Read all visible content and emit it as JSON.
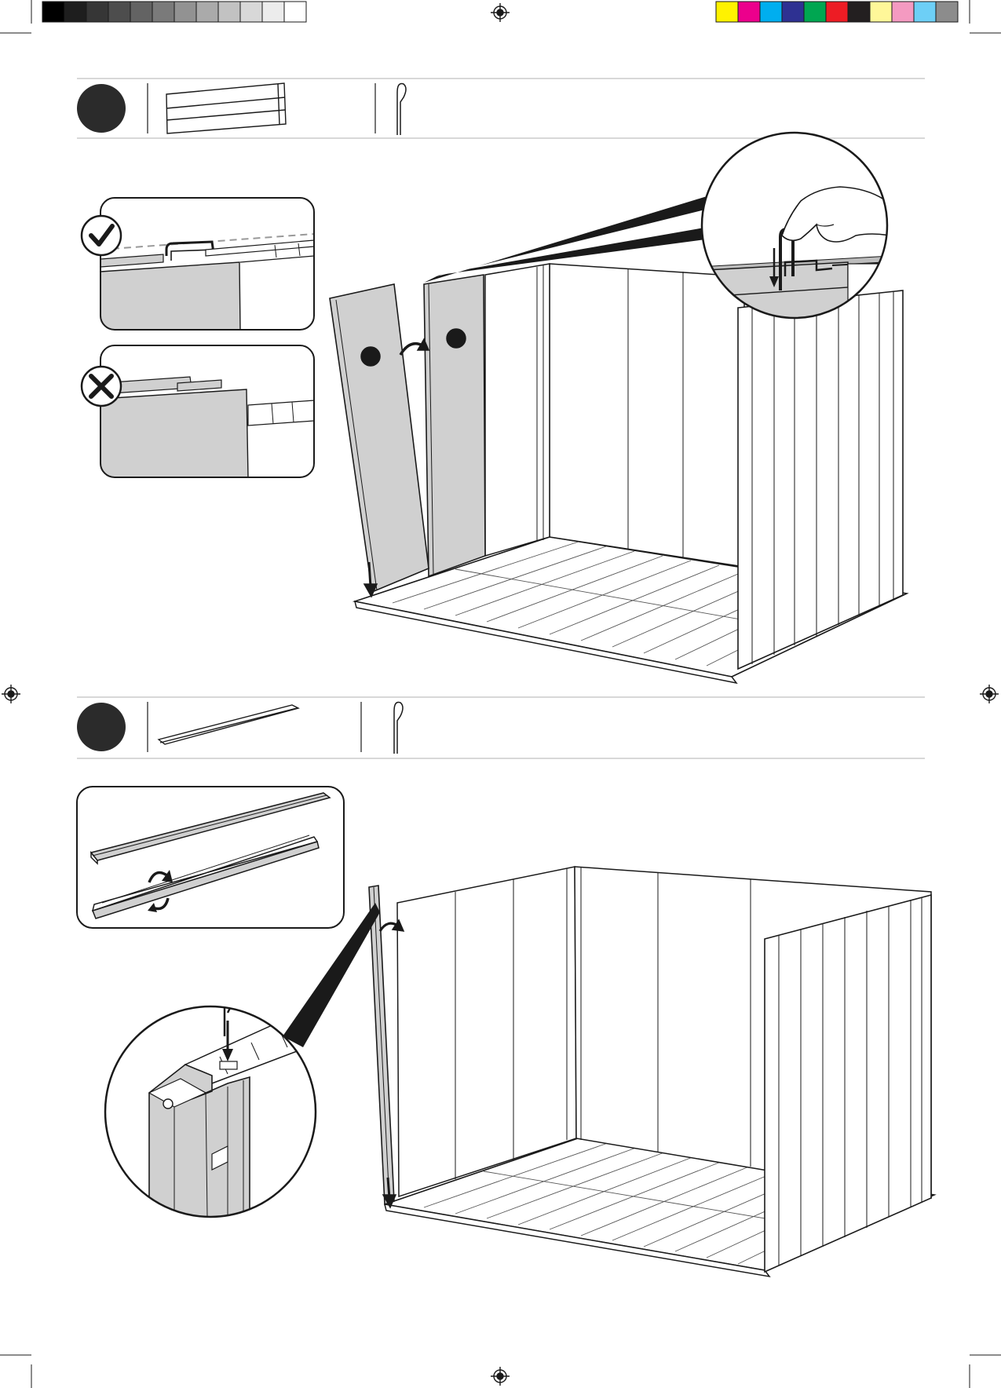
{
  "color_bars": {
    "grays": [
      "#000000",
      "#1e1e1e",
      "#363636",
      "#4d4d4d",
      "#636363",
      "#7a7a7a",
      "#929292",
      "#aaaaaa",
      "#c2c2c2",
      "#d8d8d8",
      "#ececec",
      "#ffffff"
    ],
    "process": [
      "#fff200",
      "#ec008c",
      "#00aeef",
      "#2e3192",
      "#00a651",
      "#ed1c24",
      "#231f20",
      "#fff799",
      "#f49ac1",
      "#6dcff6",
      "#8c8c8c"
    ]
  },
  "steps": [
    {
      "number": "",
      "parts": [
        "wall-panel",
        "clip"
      ]
    },
    {
      "number": "",
      "parts": [
        "corner-profile",
        "clip"
      ]
    }
  ],
  "insets": {
    "correct": {
      "icon": "checkmark-icon"
    },
    "incorrect": {
      "icon": "cross-icon"
    }
  },
  "colors": {
    "line": "#1a1a1a",
    "panel_fill": "#d0d0d0",
    "step_circle": "#2b2b2b",
    "callout_wedge": "#1a1a1a"
  }
}
